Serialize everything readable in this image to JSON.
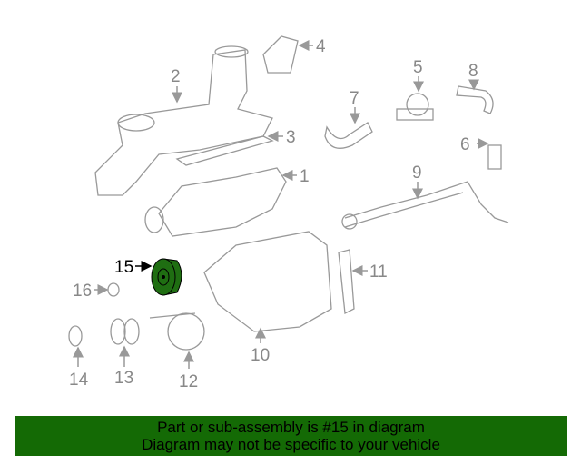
{
  "diagram": {
    "callouts": [
      {
        "num": "1"
      },
      {
        "num": "2"
      },
      {
        "num": "3"
      },
      {
        "num": "4"
      },
      {
        "num": "5"
      },
      {
        "num": "6"
      },
      {
        "num": "7"
      },
      {
        "num": "8"
      },
      {
        "num": "9"
      },
      {
        "num": "10"
      },
      {
        "num": "11"
      },
      {
        "num": "12"
      },
      {
        "num": "13"
      },
      {
        "num": "14"
      },
      {
        "num": "15"
      },
      {
        "num": "16"
      }
    ],
    "highlighted_part": "15",
    "highlight_color": "#1f6e12"
  },
  "banner": {
    "line1": "Part or sub-assembly is #15 in diagram",
    "line2": "Diagram may not be specific to your vehicle",
    "color": "#146a05"
  }
}
